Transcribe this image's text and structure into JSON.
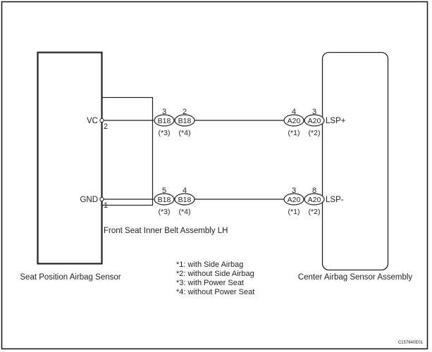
{
  "diagram_id": "C157640E01",
  "components": {
    "seat_sensor": {
      "name": "Seat Position Airbag Sensor"
    },
    "inner_belt": {
      "name": "Front Seat Inner Belt Assembly LH"
    },
    "center_sensor": {
      "name": "Center Airbag Sensor Assembly"
    }
  },
  "circuits": [
    {
      "left_terminal": "VC",
      "left_pin": "2",
      "right_terminal": "LSP+",
      "connectors": [
        {
          "pin": "3",
          "code": "B18",
          "note": "(*3)"
        },
        {
          "pin": "2",
          "code": "B18",
          "note": "(*4)"
        },
        {
          "pin": "4",
          "code": "A20",
          "note": "(*1)"
        },
        {
          "pin": "3",
          "code": "A20",
          "note": "(*2)"
        }
      ]
    },
    {
      "left_terminal": "GND",
      "left_pin": "1",
      "right_terminal": "LSP-",
      "connectors": [
        {
          "pin": "5",
          "code": "B18",
          "note": "(*3)"
        },
        {
          "pin": "4",
          "code": "B18",
          "note": "(*4)"
        },
        {
          "pin": "3",
          "code": "A20",
          "note": "(*1)"
        },
        {
          "pin": "8",
          "code": "A20",
          "note": "(*2)"
        }
      ]
    }
  ],
  "legend": [
    "*1: with Side Airbag",
    "*2: without Side Airbag",
    "*3: with Power Seat",
    "*4: without Power Seat"
  ]
}
